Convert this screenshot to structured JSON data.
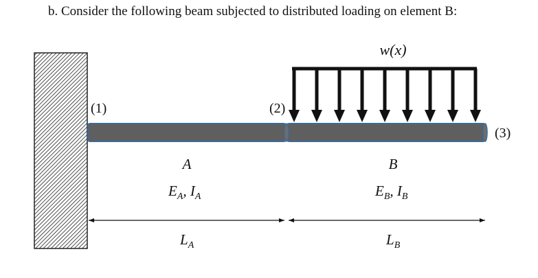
{
  "heading": "b.  Consider the following beam subjected to distributed loading on element B:",
  "load_label": "w(x)",
  "nodes": {
    "n1": "(1)",
    "n2": "(2)",
    "n3": "(3)"
  },
  "elements": {
    "a_name": "A",
    "a_E": "E",
    "a_E_sub": "A",
    "a_I": "I",
    "a_I_sub": "A",
    "b_name": "B",
    "b_E": "E",
    "b_E_sub": "B",
    "b_I": "I",
    "b_I_sub": "B"
  },
  "lengths": {
    "la": "L",
    "la_sub": "A",
    "lb": "L",
    "lb_sub": "B"
  },
  "colors": {
    "beam_fill": "#5f5f5f",
    "beam_edge": "#3d6a9a",
    "ink": "#111111"
  }
}
